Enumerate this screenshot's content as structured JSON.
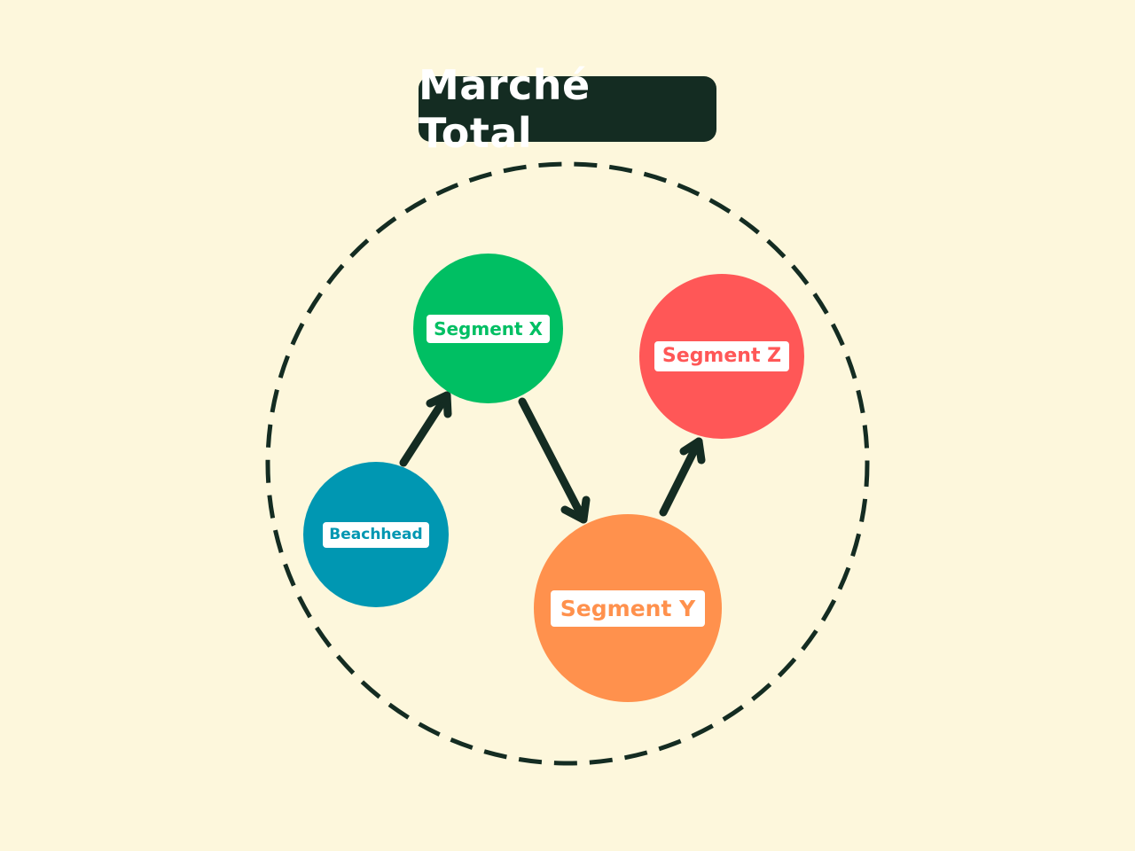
{
  "title": "Marché Total",
  "colors": {
    "background": "#fdf7dc",
    "dark": "#142c22",
    "beachhead": "#0097b2",
    "segment_x": "#00bf63",
    "segment_y": "#ff914d",
    "segment_z": "#ff5757"
  },
  "segments": {
    "beachhead": "Beachhead",
    "x": "Segment X",
    "y": "Segment Y",
    "z": "Segment Z"
  }
}
